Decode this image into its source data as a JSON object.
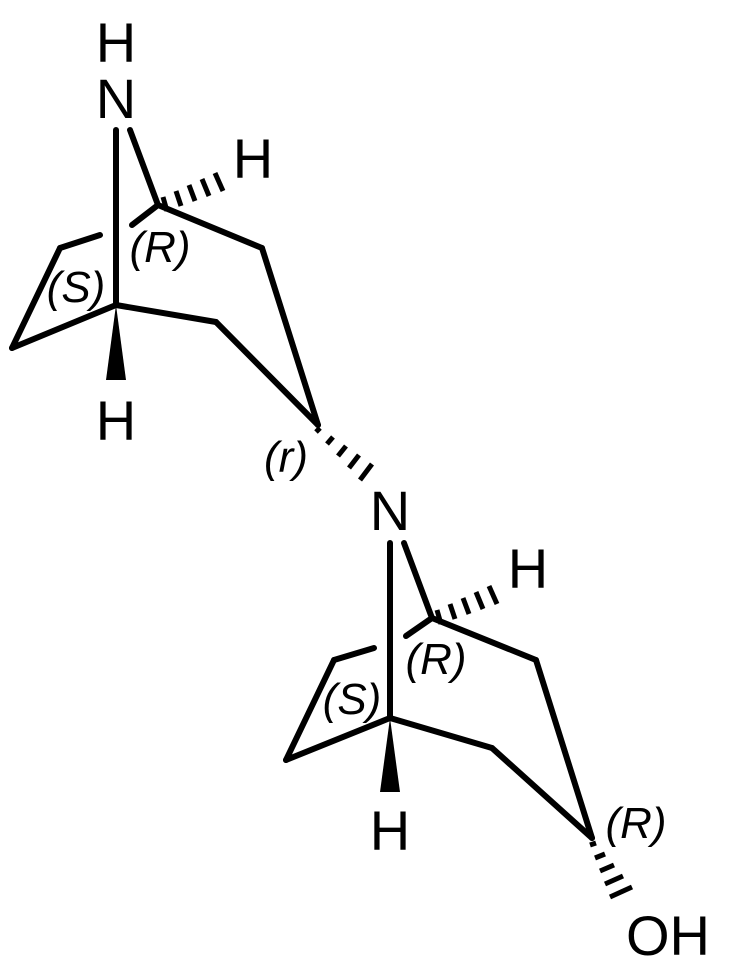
{
  "molecule": {
    "top_ring": {
      "bridge_nitrogen": "N",
      "bridge_nh_hydrogen": "H",
      "wedge_hydrogen_right": "H",
      "wedge_hydrogen_left": "H",
      "label_R": "(R)",
      "label_S": "(S)",
      "label_r": "(r)"
    },
    "bottom_ring": {
      "bridge_nitrogen": "N",
      "wedge_hydrogen_right": "H",
      "wedge_hydrogen_left": "H",
      "label_R_bridgehead": "(R)",
      "label_S": "(S)",
      "label_R_carbinol": "(R)",
      "hydroxyl": "OH"
    }
  }
}
